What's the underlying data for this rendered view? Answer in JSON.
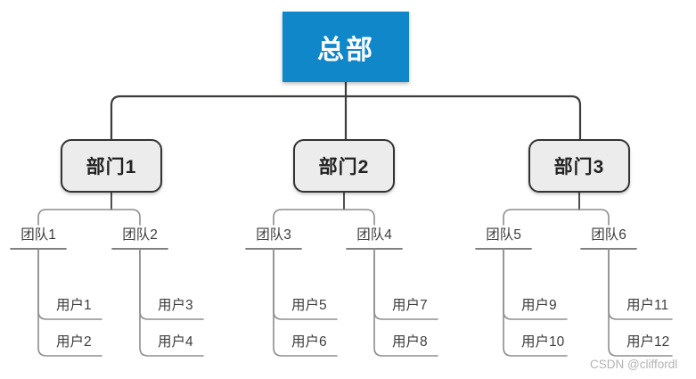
{
  "root": {
    "label": "总部"
  },
  "departments": [
    {
      "label": "部门1",
      "teams": [
        {
          "label": "团队1",
          "users": [
            {
              "label": "用户1"
            },
            {
              "label": "用户2"
            }
          ]
        },
        {
          "label": "团队2",
          "users": [
            {
              "label": "用户3"
            },
            {
              "label": "用户4"
            }
          ]
        }
      ]
    },
    {
      "label": "部门2",
      "teams": [
        {
          "label": "团队3",
          "users": [
            {
              "label": "用户5"
            },
            {
              "label": "用户6"
            }
          ]
        },
        {
          "label": "团队4",
          "users": [
            {
              "label": "用户7"
            },
            {
              "label": "用户8"
            }
          ]
        }
      ]
    },
    {
      "label": "部门3",
      "teams": [
        {
          "label": "团队5",
          "users": [
            {
              "label": "用户9"
            },
            {
              "label": "用户10"
            }
          ]
        },
        {
          "label": "团队6",
          "users": [
            {
              "label": "用户11"
            },
            {
              "label": "用户12"
            }
          ]
        }
      ]
    }
  ],
  "watermark": "CSDN @cliffordl",
  "colors": {
    "root_bg": "#0f87c9",
    "root_text": "#ffffff",
    "dept_bg": "#ececec",
    "dept_border": "#333333",
    "connector_dark": "#3c3c3c",
    "connector_gray": "#8d8d8d",
    "underline_gray": "#6e6e6e",
    "label_text": "#3d3d3d",
    "watermark_text": "#b3b3b3"
  }
}
